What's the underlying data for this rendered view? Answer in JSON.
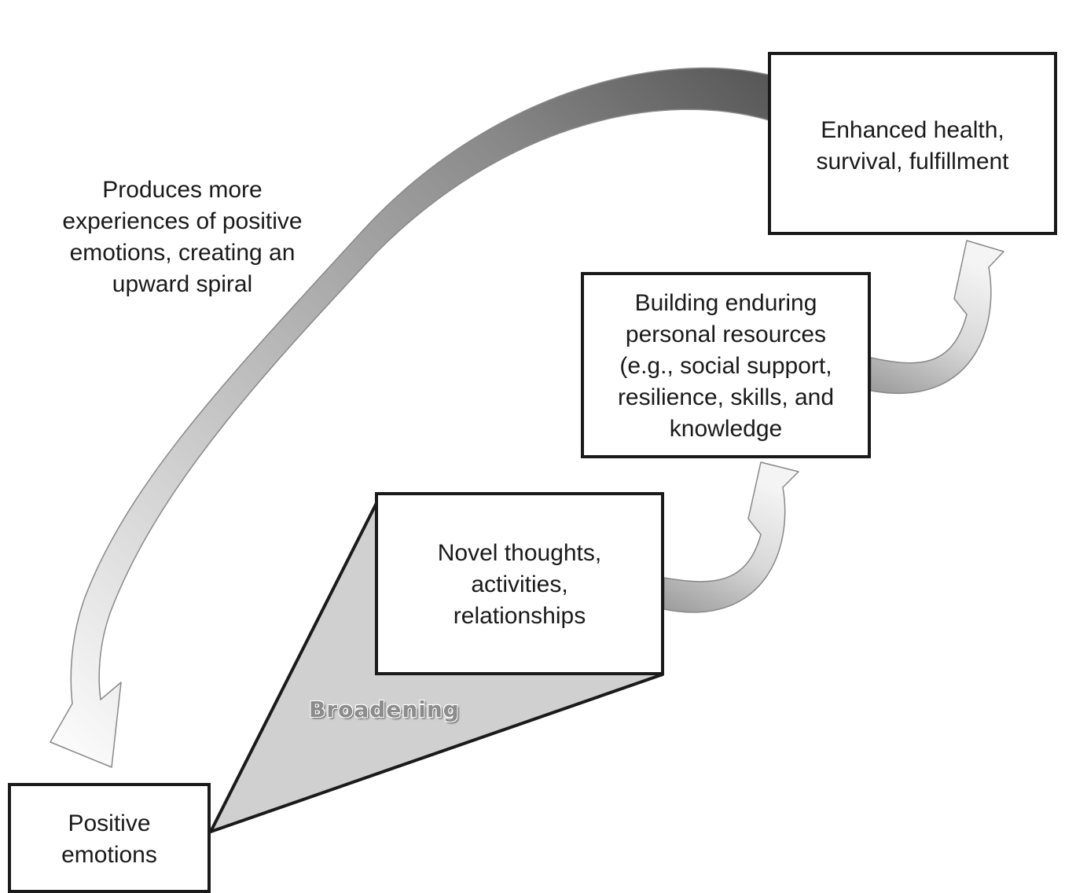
{
  "diagram": {
    "boxes": {
      "enhanced": "Enhanced health,\nsurvival, fulfillment",
      "building": "Building enduring\npersonal resources\n(e.g., social support,\nresilience, skills, and\nknowledge",
      "novel": "Novel thoughts,\nactivities,\nrelationships",
      "positive": "Positive\nemotions"
    },
    "spiral_caption": "Produces more\nexperiences of positive\nemotions, creating an\nupward spiral",
    "broadening_label": "Broadening"
  },
  "colors": {
    "box_border": "#1a1a1a",
    "broadening_fill": "#d0d0d0",
    "arrow_fill_light": "#f2f2f2",
    "arrow_fill_dark": "#7a7a7a",
    "label_gray": "#8c8c8c"
  },
  "icons": {
    "spiral_arrow": "curved-feedback-arrow-icon",
    "step_arrows": "curved-up-arrow-icon"
  }
}
